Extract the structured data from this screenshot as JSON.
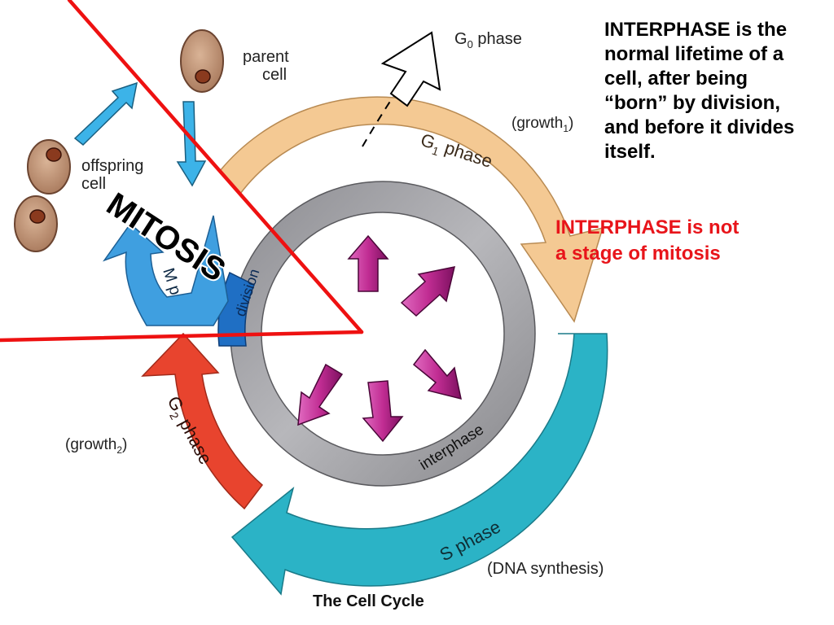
{
  "diagram": {
    "caption": "The Cell Cycle",
    "phases": {
      "g0": {
        "prefix": "G",
        "sub": "0",
        "suffix": " phase"
      },
      "g1": {
        "prefix": "G",
        "sub": "1",
        "suffix": " phase",
        "note_prefix": "(growth",
        "note_sub": "1",
        "note_suffix": ")"
      },
      "s": {
        "label": "S phase",
        "note": "(DNA synthesis)"
      },
      "g2": {
        "prefix": "G",
        "sub": "2",
        "suffix": " phase",
        "note_prefix": "(growth",
        "note_sub": "2",
        "note_suffix": ")"
      },
      "m": {
        "label": "M p",
        "division": "division"
      },
      "interphase": {
        "label": "interphase"
      }
    },
    "cells": {
      "parent": [
        "parent",
        "cell"
      ],
      "offspring": [
        "offspring",
        "cell"
      ]
    },
    "mitosis_label": "MITOSIS"
  },
  "notes": {
    "interphase_definition": [
      "INTERPHASE is the",
      "normal lifetime of a",
      "cell, after being",
      "“born” by division,",
      "and before it divides",
      "itself."
    ],
    "interphase_not_mitosis": [
      "INTERPHASE is not",
      "a stage of mitosis"
    ]
  },
  "colors": {
    "g1": "#f4c993",
    "s": "#2bb3c6",
    "g2": "#e8442e",
    "m": "#3f9fe0",
    "division": "#1f6fc4",
    "interphase_ring": "#a6a6aa",
    "arrows": "#c7309a",
    "red_lines": "#ee1111",
    "cell": "#c89a7a",
    "nucleus": "#8a3a1e",
    "cell_arrows": "#3cb3e8"
  }
}
